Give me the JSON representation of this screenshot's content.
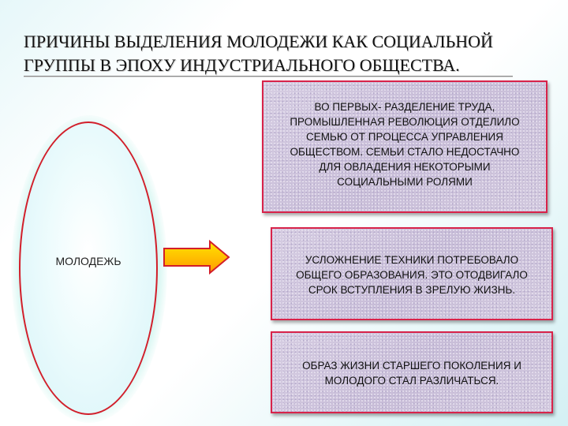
{
  "slide": {
    "title_lines": [
      "ПРИЧИНЫ  ВЫДЕЛЕНИЯ МОЛОДЕЖИ  КАК СОЦИАЛЬНОЙ",
      "ГРУППЫ  В ЭПОХУ ИНДУСТРИАЛЬНОГО ОБЩЕСТВА."
    ],
    "ellipse_label": "МОЛОДЕЖЬ",
    "boxes": [
      {
        "lines": [
          "ВО ПЕРВЫХ- РАЗДЕЛЕНИЕ ТРУДА,",
          "ПРОМЫШЛЕННАЯ РЕВОЛЮЦИЯ ОТДЕЛИЛО",
          "СЕМЬЮ ОТ ПРОЦЕССА УПРАВЛЕНИЯ",
          "ОБЩЕСТВОМ. СЕМЬИ СТАЛО НЕДОСТАЧНО",
          "ДЛЯ ОВЛАДЕНИЯ  НЕКОТОРЫМИ",
          "СОЦИАЛЬНЫМИ РОЛЯМИ"
        ]
      },
      {
        "lines": [
          "УСЛОЖНЕНИЕ ТЕХНИКИ  ПОТРЕБОВАЛО",
          "ОБЩЕГО ОБРАЗОВАНИЯ. ЭТО ОТОДВИГАЛО",
          "СРОК ВСТУПЛЕНИЯ  В ЗРЕЛУЮ ЖИЗНЬ."
        ]
      },
      {
        "lines": [
          "ОБРАЗ ЖИЗНИ СТАРШЕГО ПОКОЛЕНИЯ  И",
          "МОЛОДОГО СТАЛ РАЗЛИЧАТЬСЯ."
        ]
      }
    ],
    "colors": {
      "box_border": "#d8234a",
      "ellipse_border": "#d21e2a",
      "arrow_fill_top": "#ffe600",
      "arrow_fill_bottom": "#ff9a00",
      "arrow_stroke": "#d21e2a",
      "box_fill": "#cfc6dc"
    },
    "icons": {
      "arrow": "right-arrow-icon"
    }
  }
}
